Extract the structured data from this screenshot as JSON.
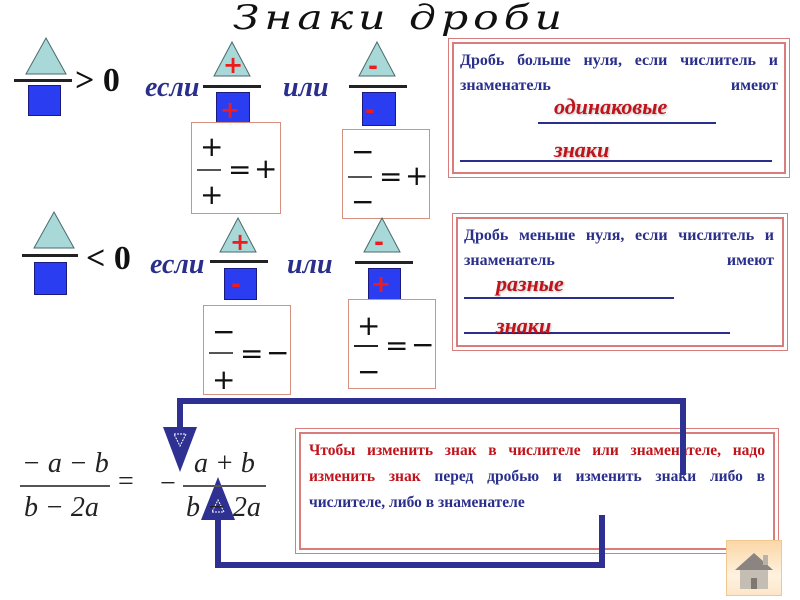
{
  "title": "Знаки дроби",
  "colors": {
    "triangle": "#a9d8d8",
    "square": "#2b3df0",
    "sign_red": "#ee1c1c",
    "text_blue": "#2a2f8c",
    "text_red": "#c0141c",
    "arrow_blue": "#2e3192",
    "box_border": "#d87c7c"
  },
  "row_positive": {
    "relation": "> 0",
    "if_word": "если",
    "or_word": "или",
    "case1": {
      "numerator_sign": "+",
      "denominator_sign": "+"
    },
    "case2": {
      "numerator_sign": "-",
      "denominator_sign": "-"
    },
    "rule1": {
      "num": "+",
      "den": "+",
      "eq": "=",
      "result": "+"
    },
    "rule2": {
      "num": "−",
      "den": "−",
      "eq": "=",
      "result": "+"
    },
    "info": {
      "text": "Дробь больше нуля, если числитель и знаменатель имеют",
      "fill1": "одинаковые",
      "fill2": "знаки"
    }
  },
  "row_negative": {
    "relation": "< 0",
    "if_word": "если",
    "or_word": "или",
    "case1": {
      "numerator_sign": "+",
      "denominator_sign": "-"
    },
    "case2": {
      "numerator_sign": "-",
      "denominator_sign": "+"
    },
    "rule1": {
      "num": "−",
      "den": "+",
      "eq": "=",
      "result": "−"
    },
    "rule2": {
      "num": "+",
      "den": "−",
      "eq": "=",
      "result": "−"
    },
    "info": {
      "text": "Дробь меньше нуля, если числитель и знаменатель имеют",
      "fill1": "разные",
      "fill2": "знаки"
    }
  },
  "formula": {
    "lhs_num": "− a − b",
    "lhs_den": "b − 2a",
    "eq": "=",
    "rhs_sign": "−",
    "rhs_num": "a + b",
    "rhs_den": "b − 2a"
  },
  "bottom_note": {
    "red_part": "Чтобы изменить знак в числителе или знаменателе, надо изменить знак",
    "blue_part": "перед дробью и изменить знаки  либо в числителе, либо в знаменателе"
  },
  "nav": {
    "home_icon": "home-icon"
  }
}
